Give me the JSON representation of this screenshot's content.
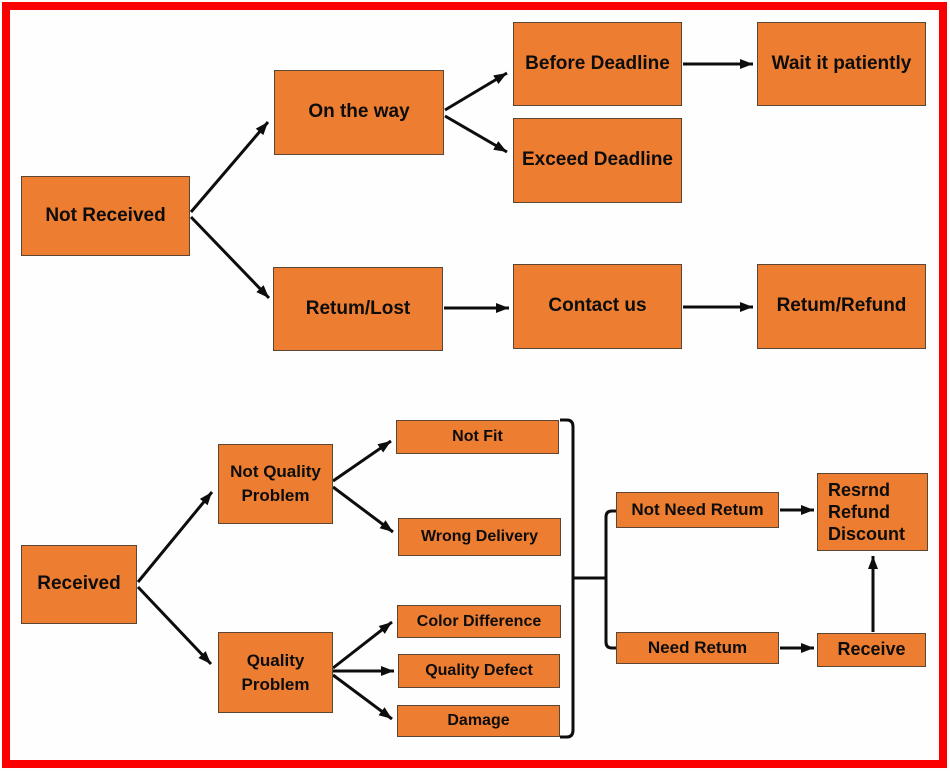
{
  "diagram": {
    "title": "Order received / not received resolution flowchart",
    "colors": {
      "frame": "#fa0000",
      "box_fill": "#ed7d31",
      "box_border": "#5a4632",
      "arrow": "#0d0d0d",
      "background": "#fefefe",
      "text": "#0d0d0d"
    },
    "nodes": {
      "not_received": {
        "label": "Not Received"
      },
      "on_the_way": {
        "label": "On the way"
      },
      "before_deadline": {
        "label": "Before Deadline"
      },
      "wait_it_patiently": {
        "label": "Wait it patiently"
      },
      "exceed_deadline": {
        "label": "Exceed Deadline"
      },
      "retum_lost": {
        "label": "Retum/Lost"
      },
      "contact_us": {
        "label": "Contact us"
      },
      "retum_refund": {
        "label": "Retum/Refund"
      },
      "received": {
        "label": "Received"
      },
      "not_quality_problem": {
        "label": "Not Quality\nProblem"
      },
      "quality_problem": {
        "label": "Quality\nProblem"
      },
      "not_fit": {
        "label": "Not Fit"
      },
      "wrong_delivery": {
        "label": "Wrong Delivery"
      },
      "color_difference": {
        "label": "Color Difference"
      },
      "quality_defect": {
        "label": "Quality Defect"
      },
      "damage": {
        "label": "Damage"
      },
      "not_need_retum": {
        "label": "Not Need Retum"
      },
      "need_retum": {
        "label": "Need Retum"
      },
      "resrnd_refund_discount": {
        "label": "Resrnd\nRefund\nDiscount"
      },
      "receive": {
        "label": "Receive"
      }
    },
    "edges": [
      {
        "from": "Not Received",
        "to": "On the way"
      },
      {
        "from": "Not Received",
        "to": "Retum/Lost"
      },
      {
        "from": "On the way",
        "to": "Before Deadline"
      },
      {
        "from": "On the way",
        "to": "Exceed Deadline"
      },
      {
        "from": "Before Deadline",
        "to": "Wait it patiently"
      },
      {
        "from": "Retum/Lost",
        "to": "Contact us"
      },
      {
        "from": "Contact us",
        "to": "Retum/Refund"
      },
      {
        "from": "Received",
        "to": "Not Quality Problem"
      },
      {
        "from": "Received",
        "to": "Quality Problem"
      },
      {
        "from": "Not Quality Problem",
        "to": "Not Fit"
      },
      {
        "from": "Not Quality Problem",
        "to": "Wrong Delivery"
      },
      {
        "from": "Quality Problem",
        "to": "Color Difference"
      },
      {
        "from": "Quality Problem",
        "to": "Quality Defect"
      },
      {
        "from": "Quality Problem",
        "to": "Damage"
      },
      {
        "from": "Not Fit + Wrong Delivery + Color Difference + Quality Defect + Damage (bracket group)",
        "to": "Not Need Retum"
      },
      {
        "from": "Not Fit + Wrong Delivery + Color Difference + Quality Defect + Damage (bracket group)",
        "to": "Need Retum"
      },
      {
        "from": "Not Need Retum",
        "to": "Resrnd Refund Discount"
      },
      {
        "from": "Need Retum",
        "to": "Receive"
      },
      {
        "from": "Receive",
        "to": "Resrnd Refund Discount"
      }
    ]
  }
}
